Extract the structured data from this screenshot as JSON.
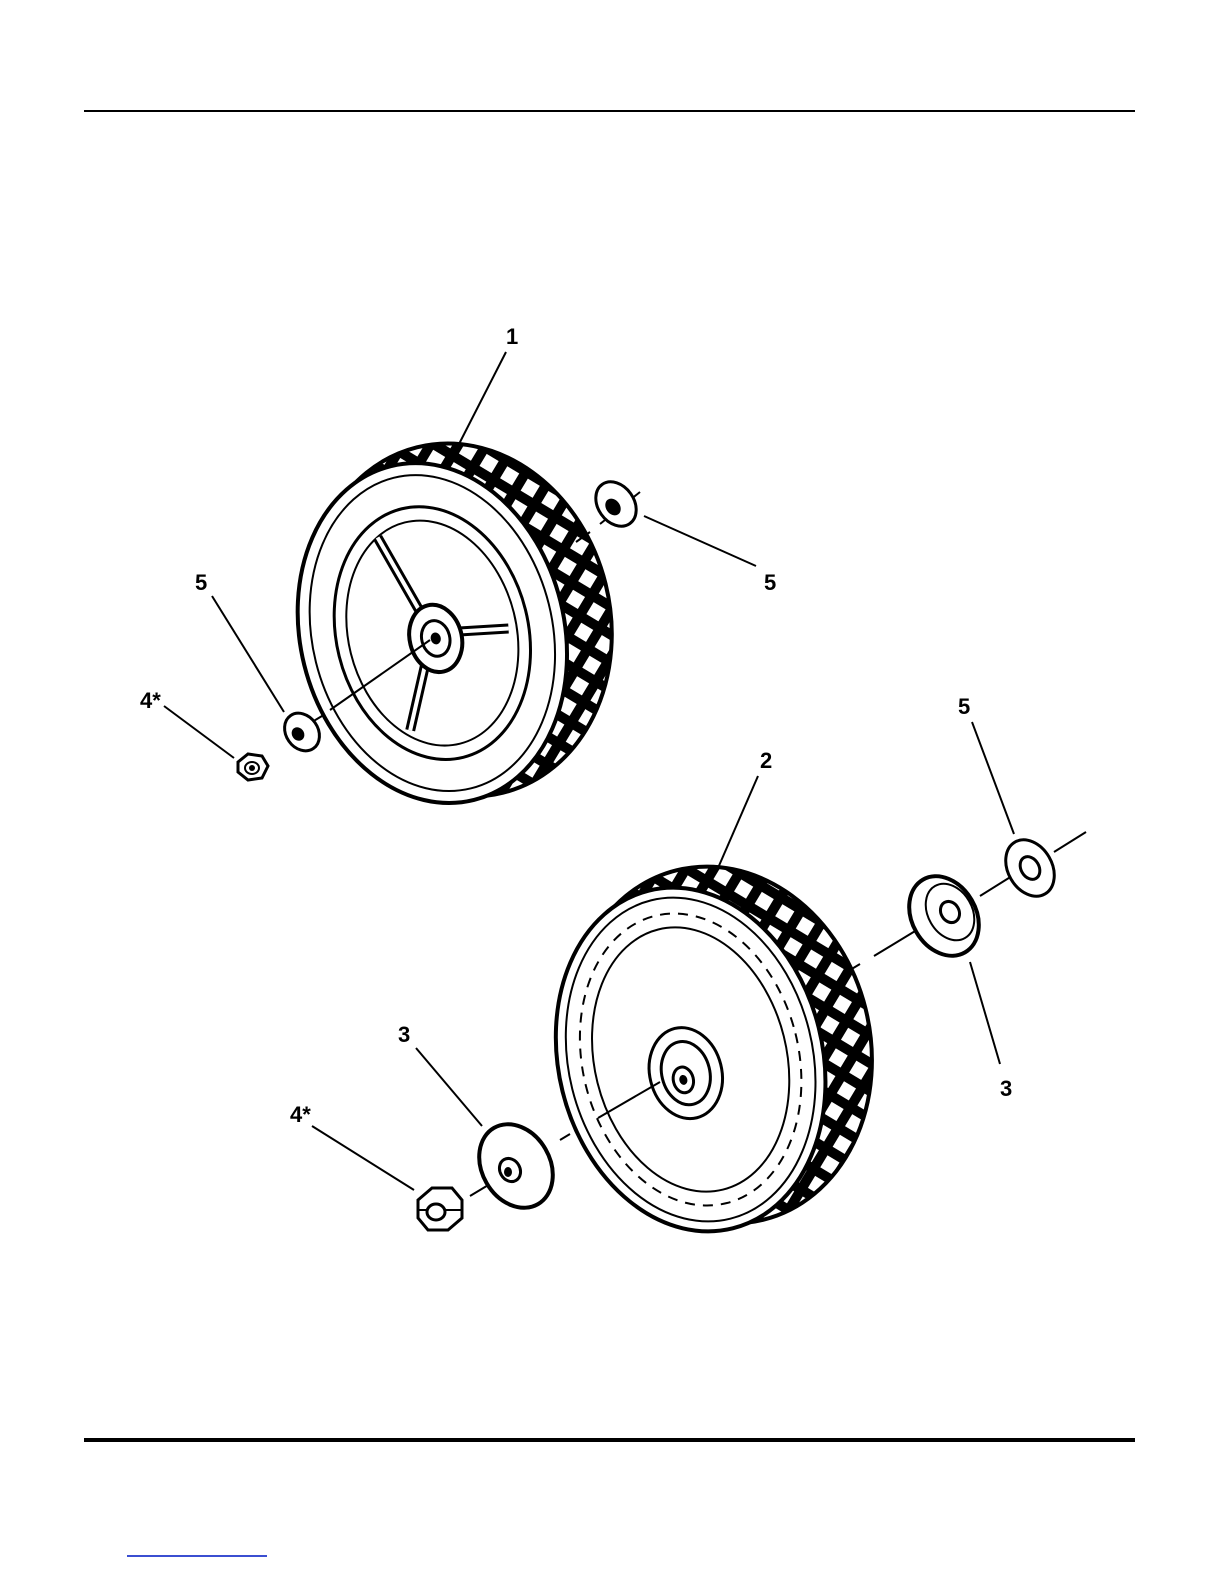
{
  "diagram": {
    "callouts": {
      "wheel_front_label": "1",
      "wheel_rear_label": "2",
      "bearing_left_label": "3",
      "bearing_right_label": "3",
      "nut_upper_label": "4*",
      "nut_lower_label": "4*",
      "washer_upper_left_label": "5",
      "washer_upper_right_label": "5",
      "washer_lower_right_label": "5"
    }
  }
}
